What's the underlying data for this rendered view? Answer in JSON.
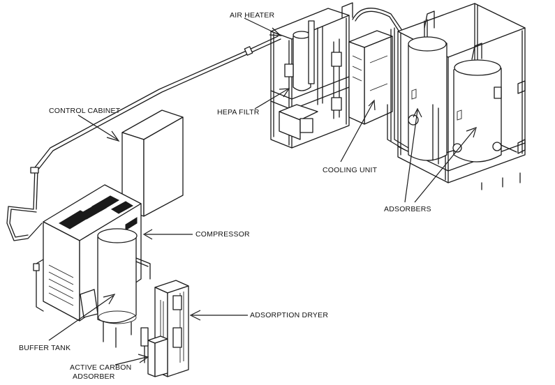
{
  "labels": {
    "air_heater": "AIR HEATER",
    "control_cabinet": "CONTROL CABINET",
    "hepa_filtr": "HEPA FILTR",
    "cooling_unit": "COOLING UNIT",
    "adsorbers": "ADSORBERS",
    "compressor": "COMPRESSOR",
    "adsorption_dryer": "ADSORPTION DRYER",
    "buffer_tank": "BUFFER TANK",
    "active_carbon_line1": "ACTIVE CARBON",
    "active_carbon_line2": "ADSORBER"
  }
}
